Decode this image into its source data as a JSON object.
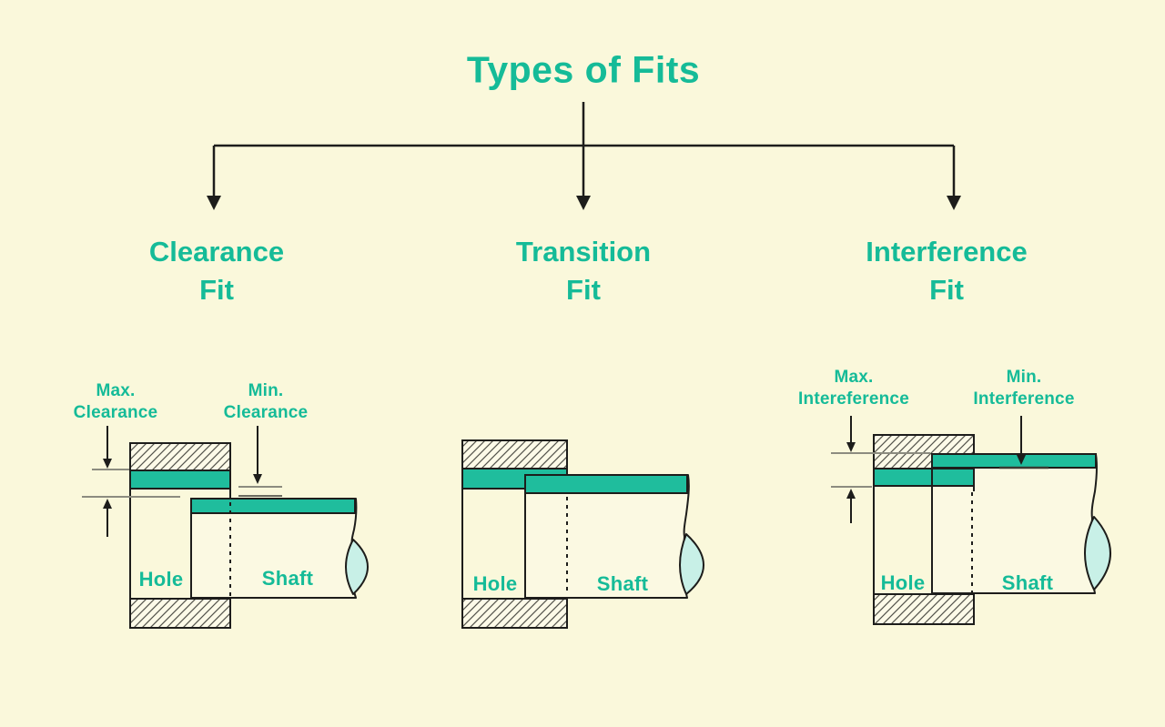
{
  "title": "Types of Fits",
  "colors": {
    "background": "#FAF8DB",
    "teal_fill": "#1FBD9D",
    "teal_text": "#15BB98",
    "outline": "#1D1D1B",
    "dimension_gray": "#8C8C80",
    "break_fill": "#C8F0E7",
    "hatch_line": "#52524A"
  },
  "fits": [
    {
      "name_line1": "Clearance",
      "name_line2": "Fit",
      "hole_label": "Hole",
      "shaft_label": "Shaft",
      "annotations": {
        "max_line1": "Max.",
        "max_line2": "Clearance",
        "min_line1": "Min.",
        "min_line2": "Clearance"
      }
    },
    {
      "name_line1": "Transition",
      "name_line2": "Fit",
      "hole_label": "Hole",
      "shaft_label": "Shaft"
    },
    {
      "name_line1": "Interference",
      "name_line2": "Fit",
      "hole_label": "Hole",
      "shaft_label": "Shaft",
      "annotations": {
        "max_line1": "Max.",
        "max_line2": "Intereference",
        "min_line1": "Min.",
        "min_line2": "Interference"
      }
    }
  ]
}
